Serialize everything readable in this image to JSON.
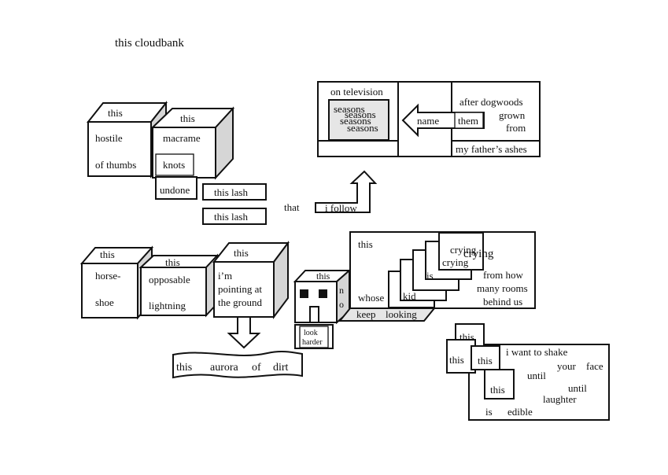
{
  "title": "this cloudbank",
  "cubes_top": {
    "cube1": {
      "label_top": "this",
      "line1": "hostile",
      "line2": "of thumbs"
    },
    "cube2": {
      "label_top": "this",
      "line1": "macrame",
      "line2": "knots"
    },
    "undone": "undone",
    "lash1": "this lash",
    "lash2": "this lash"
  },
  "follow": {
    "that": "that",
    "i_follow": "i follow"
  },
  "tv": {
    "on_television": "on television",
    "seasons": [
      "seasons",
      "seasons",
      "seasons",
      "seasons"
    ],
    "name": "name",
    "them": "them",
    "after_dogwoods": "after dogwoods",
    "grown": "grown",
    "from": "from",
    "ashes": "my father’s ashes"
  },
  "cubes_bottom": {
    "cube1": {
      "label_top": "this",
      "line1": "horse-",
      "line2": "shoe"
    },
    "cube2": {
      "label_top": "this",
      "line1": "opposable",
      "line2": "lightning"
    },
    "cube3": {
      "label_top": "this",
      "line1": "i’m",
      "line2": "pointing at",
      "line3": "the ground"
    },
    "aurora": [
      "this",
      "aurora",
      "of",
      "dirt"
    ]
  },
  "house": {
    "label_top": "this",
    "side1": "n",
    "side2": "o",
    "look": "look",
    "harder": "harder"
  },
  "panel": {
    "this": "this",
    "whose": "whose",
    "kid": "kid",
    "is": "is",
    "crying1": "crying",
    "crying2": "crying",
    "crying3": "crying",
    "from_how": "from how",
    "many_rooms": "many rooms",
    "behind_us": "behind us",
    "keep": "keep",
    "looking": "looking"
  },
  "laughter": {
    "this_a": "this",
    "this_b": "this",
    "this_c": "this",
    "this_d": "this",
    "shake": "i want to shake",
    "your": "your",
    "face": "face",
    "until1": "until",
    "until2": "until",
    "laughter": "laughter",
    "is": "is",
    "edible": "edible"
  }
}
